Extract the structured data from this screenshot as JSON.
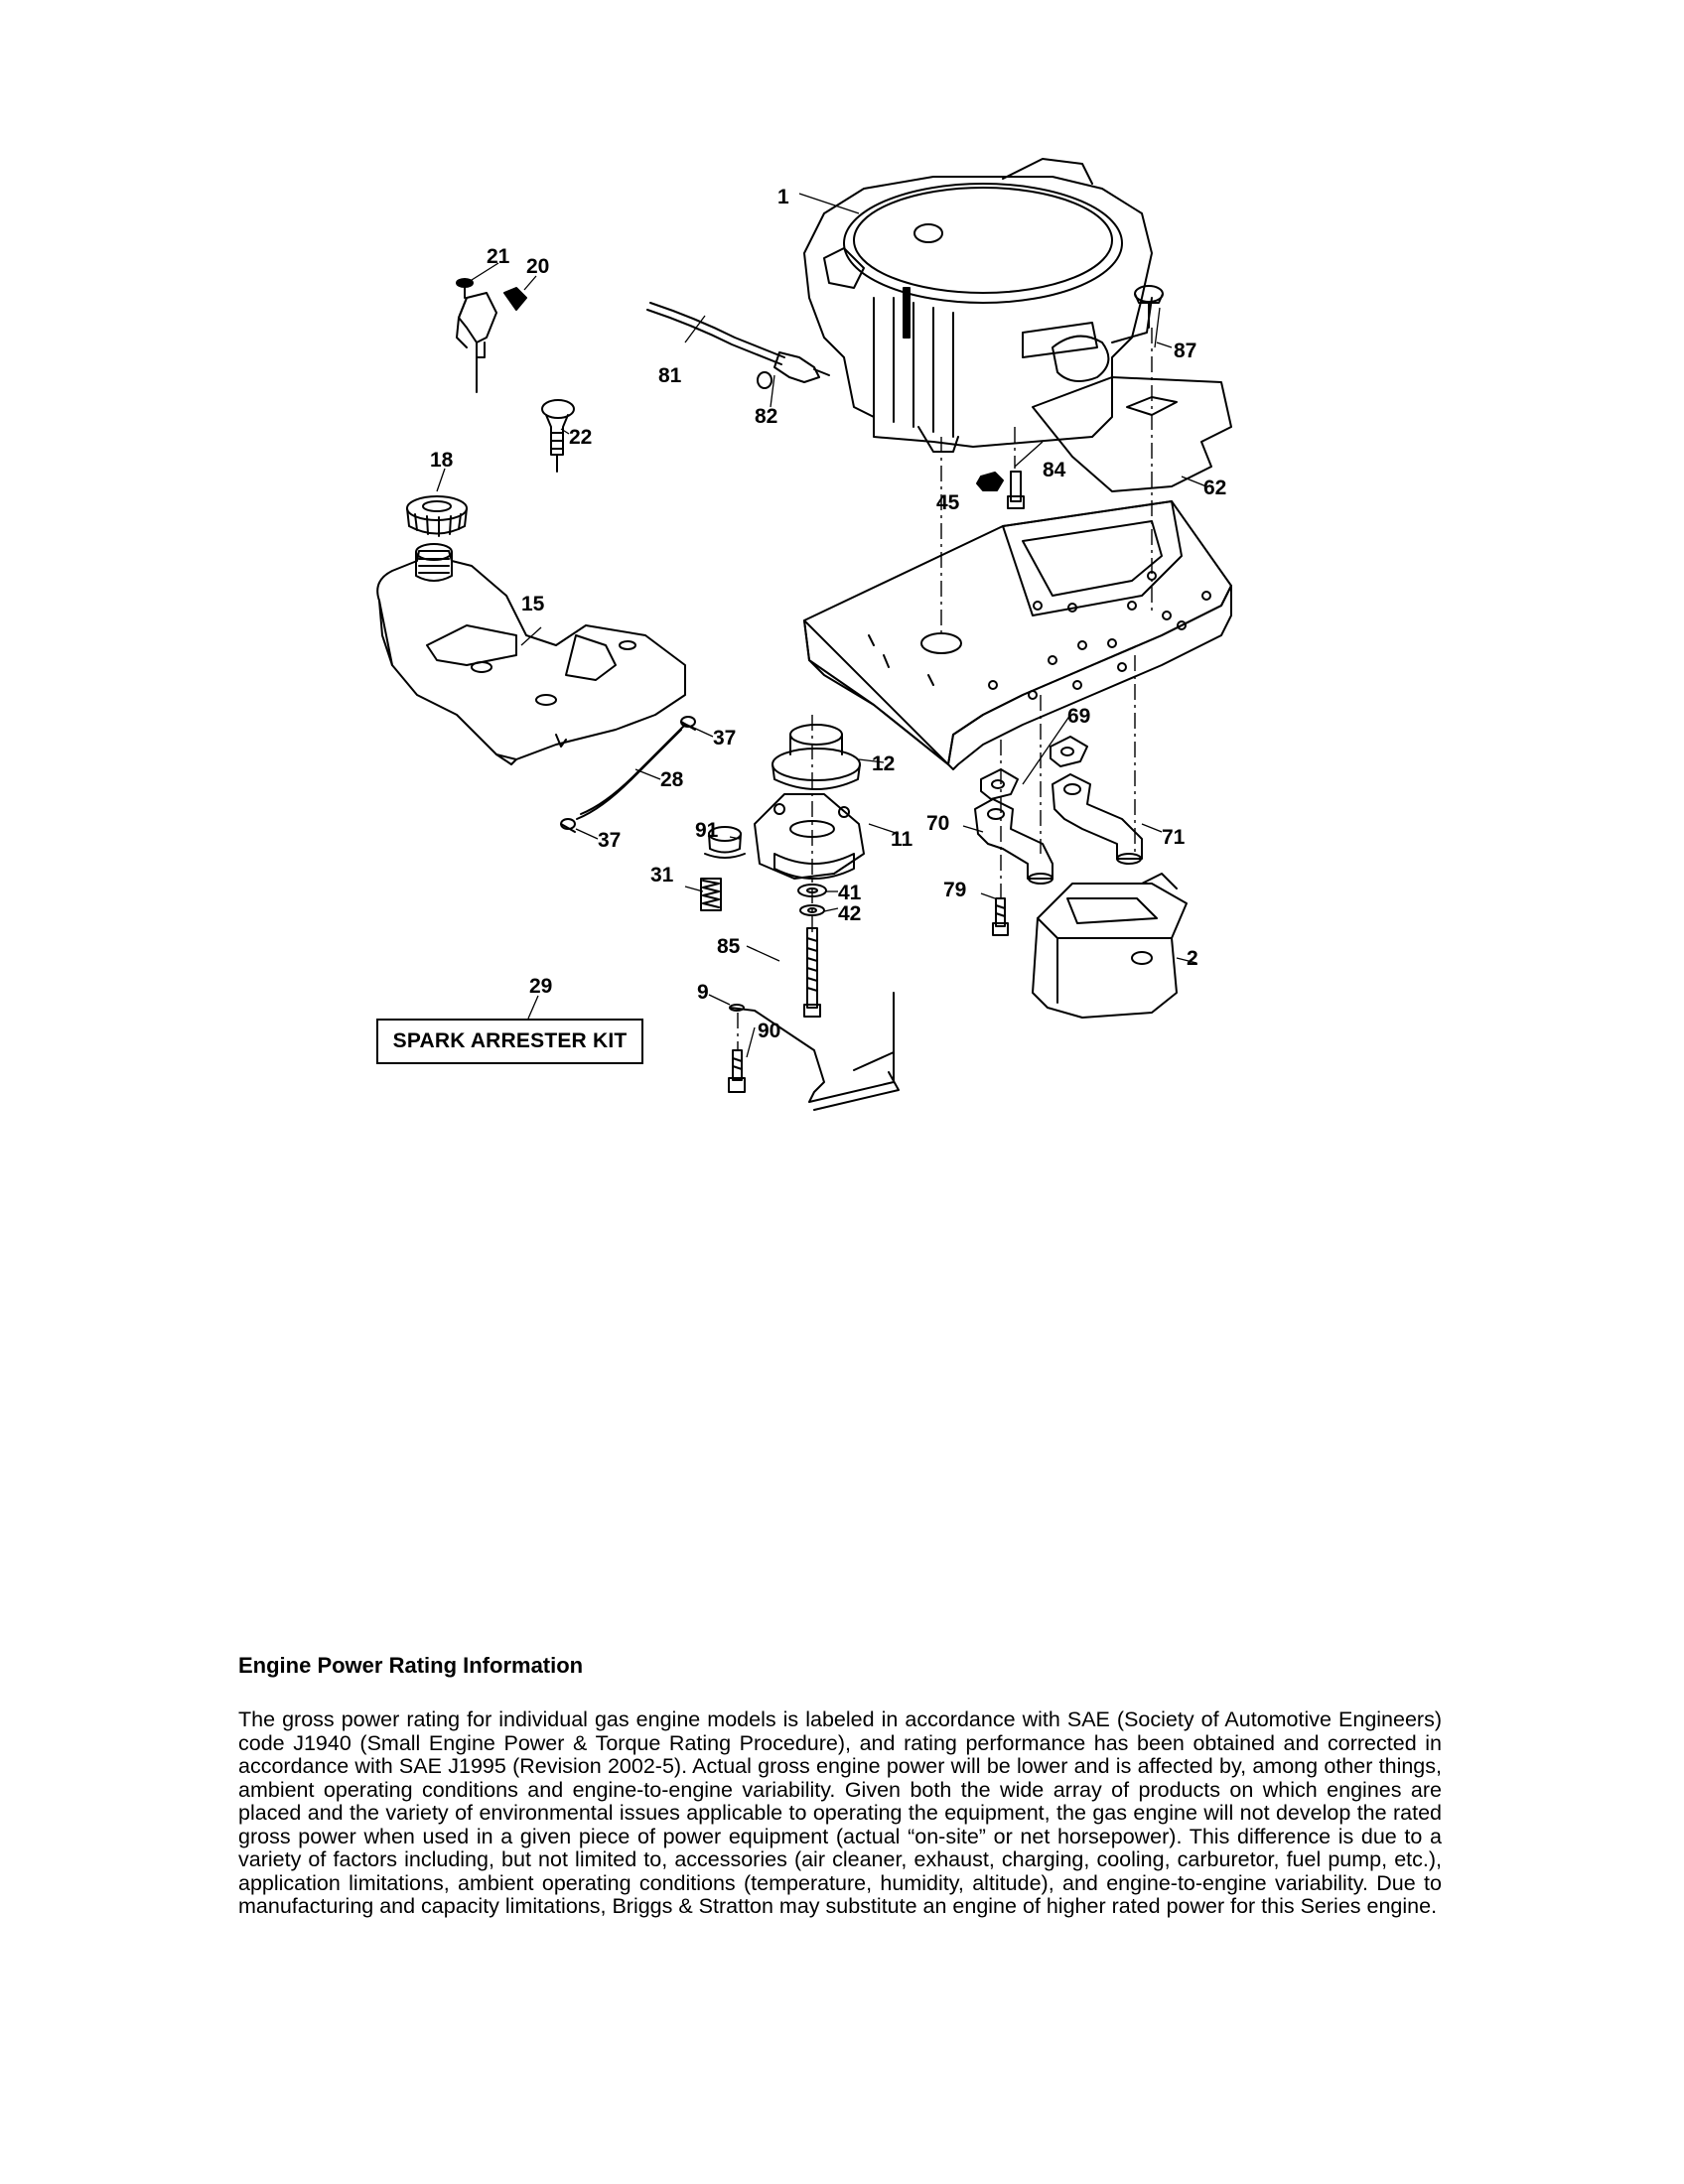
{
  "diagram": {
    "callouts": [
      "1",
      "2",
      "9",
      "11",
      "12",
      "15",
      "18",
      "20",
      "21",
      "22",
      "28",
      "29",
      "31",
      "37",
      "37",
      "41",
      "42",
      "45",
      "62",
      "69",
      "70",
      "71",
      "79",
      "81",
      "82",
      "84",
      "85",
      "87",
      "90",
      "91"
    ],
    "kit_label": "SPARK ARRESTER KIT"
  },
  "power_rating": {
    "heading": "Engine Power Rating Information",
    "body": "The gross power rating for individual gas engine models is labeled in accordance with SAE (Society of Automotive Engineers) code J1940 (Small Engine Power & Torque Rating Procedure), and rating performance has been obtained and corrected in accordance with SAE J1995 (Revision 2002-5). Actual gross engine power will be lower and is affected by, among other things, ambient operating conditions and engine-to-engine variability. Given both the wide array of products on which engines are placed and the variety of environmental issues applicable to operating the equipment, the gas engine will not develop the rated gross power when used in a given piece of power equipment (actual “on-site” or net horsepower). This difference is due to a variety of factors including, but not limited to, accessories (air cleaner, exhaust, charging, cooling, carburetor, fuel pump, etc.), application limitations, ambient operating conditions (temperature, humidity, altitude), and engine-to-engine variability. Due to manufacturing and capacity limitations, Briggs & Stratton may substitute an engine of higher rated power for this Series engine."
  }
}
